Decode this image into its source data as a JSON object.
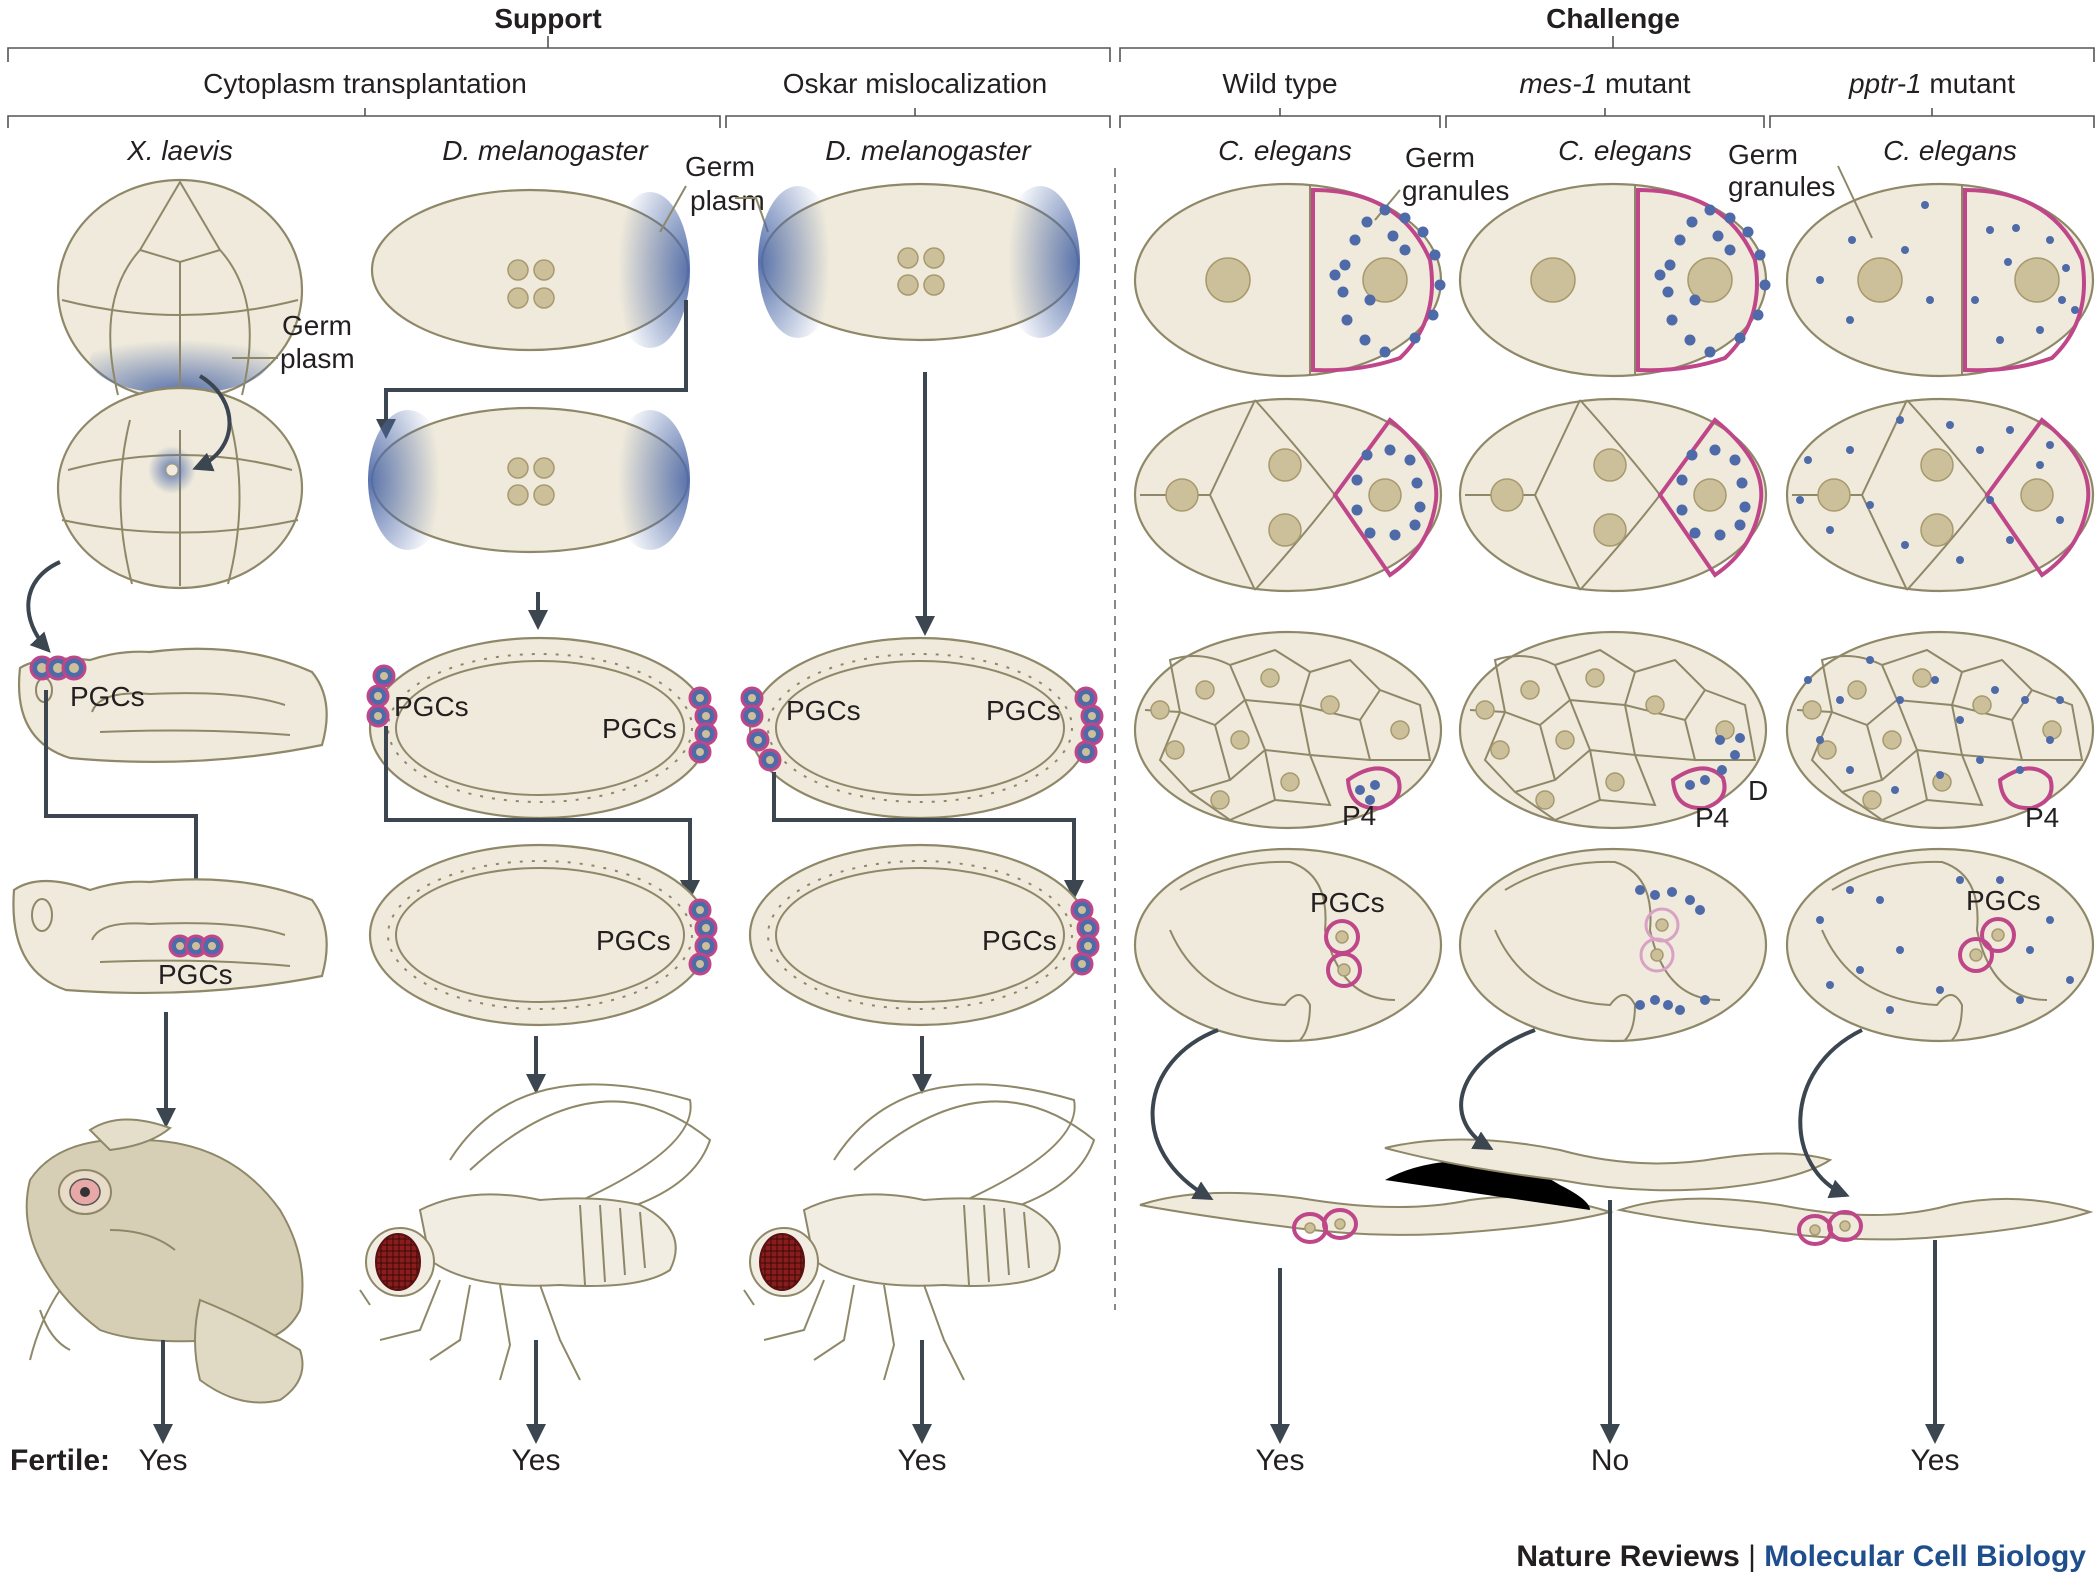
{
  "header": {
    "support": "Support",
    "challenge": "Challenge"
  },
  "subheaders": {
    "cytoplasm_transplantation": "Cytoplasm transplantation",
    "oskar_mislocalization": "Oskar mislocalization",
    "wild_type": "Wild type",
    "mes1_italic": "mes-1",
    "mes1_rest": " mutant",
    "pptr1_italic": "pptr-1",
    "pptr1_rest": " mutant"
  },
  "species": {
    "col1": "X. laevis",
    "col2": "D. melanogaster",
    "col3": "D. melanogaster",
    "col4": "C. elegans",
    "col5": "C. elegans",
    "col6": "C. elegans"
  },
  "labels": {
    "germ": "Germ",
    "plasm": "plasm",
    "granules": "granules",
    "pgcs": "PGCs",
    "p4": "P4",
    "d": "D"
  },
  "fertility": {
    "label": "Fertile:",
    "col1": "Yes",
    "col2": "Yes",
    "col3": "Yes",
    "col4": "Yes",
    "col5": "No",
    "col6": "Yes"
  },
  "footer": {
    "journal": "Nature Reviews",
    "separator": "|",
    "section": "Molecular Cell Biology"
  },
  "colors": {
    "cell_fill": "#efeadb",
    "cell_stroke": "#8f8868",
    "germ_plasm_blue": "#4e6aa8",
    "pgc_pink": "#c0468a",
    "arrow": "#3b4650",
    "footer_blue": "#1f4e8c"
  },
  "icons": [
    "frog-icon",
    "fly-icon",
    "worm-icon"
  ]
}
